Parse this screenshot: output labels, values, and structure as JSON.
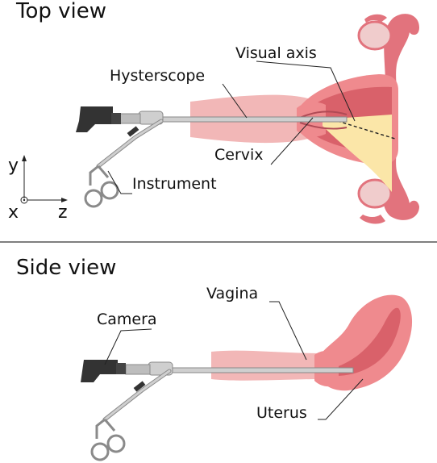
{
  "top_view": {
    "title": "Top view",
    "labels": {
      "visual_axis": "Visual axis",
      "hysterscope": "Hysterscope",
      "cervix": "Cervix",
      "instrument": "Instrument"
    },
    "axes": {
      "y": "y",
      "x": "x",
      "z": "z"
    }
  },
  "side_view": {
    "title": "Side view",
    "labels": {
      "vagina": "Vagina",
      "camera": "Camera",
      "uterus": "Uterus"
    }
  },
  "colors": {
    "tissue_light": "#f2b7b7",
    "tissue_pink": "#ef8a8e",
    "tissue_dark": "#d9616a",
    "tube": "#e2737d",
    "ovary": "#f0cccc",
    "visual_axis_fill": "#fbe6a8",
    "camera_body": "#333333",
    "metal": "#cfcfcf",
    "metal_edge": "#8a8a8a"
  }
}
